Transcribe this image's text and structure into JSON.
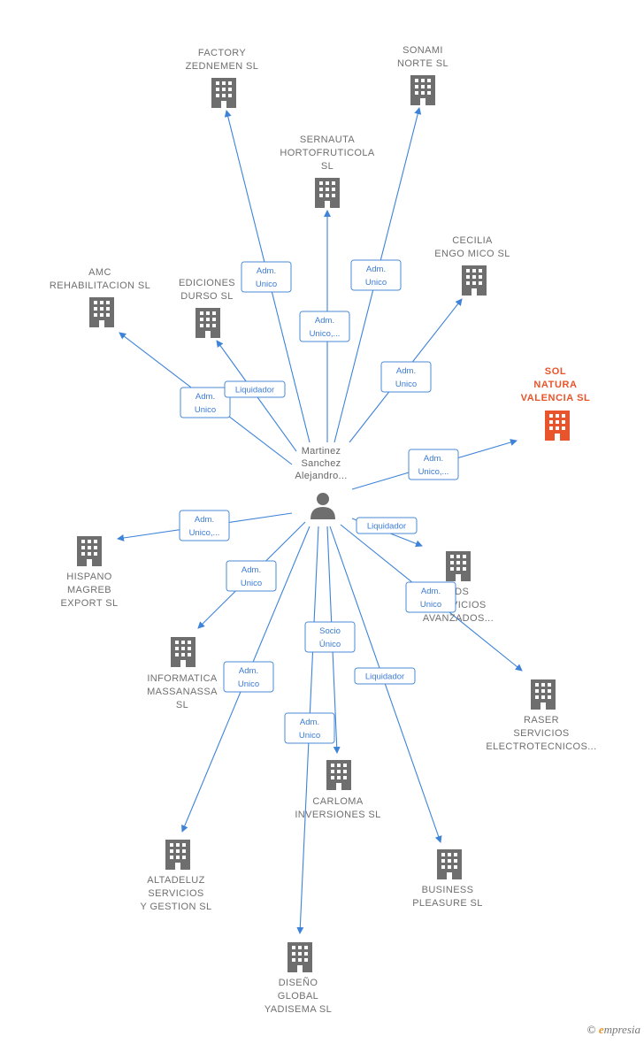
{
  "colors": {
    "edge": "#3d83d8",
    "building": "#6e6e6e",
    "focus_building": "#e8542b",
    "person": "#6e6e6e"
  },
  "center": {
    "name_lines": [
      "Martinez",
      "Sanchez",
      "Alejandro..."
    ],
    "icon": "person-icon"
  },
  "nodes": [
    {
      "id": "factory",
      "lines": [
        "FACTORY",
        "ZEDNEMEN  SL"
      ],
      "icon": "building-icon"
    },
    {
      "id": "sonami",
      "lines": [
        "SONAMI",
        "NORTE  SL"
      ],
      "icon": "building-icon"
    },
    {
      "id": "sernauta",
      "lines": [
        "SERNAUTA",
        "HORTOFRUTICOLA",
        "SL"
      ],
      "icon": "building-icon"
    },
    {
      "id": "cecilia",
      "lines": [
        "CECILIA",
        "ENGO MICO SL"
      ],
      "icon": "building-icon"
    },
    {
      "id": "amc",
      "lines": [
        "AMC",
        "REHABILITACION SL"
      ],
      "icon": "building-icon"
    },
    {
      "id": "ediciones",
      "lines": [
        "EDICIONES",
        "DURSO SL"
      ],
      "icon": "building-icon"
    },
    {
      "id": "solnatura",
      "lines": [
        "SOL",
        "NATURA",
        "VALENCIA  SL"
      ],
      "icon": "building-icon",
      "focus": true
    },
    {
      "id": "hispano",
      "lines": [
        "HISPANO",
        "MAGREB",
        "EXPORT  SL"
      ],
      "icon": "building-icon"
    },
    {
      "id": "rds",
      "lines": [
        "RDS",
        "SERVICIOS",
        "AVANZADOS..."
      ],
      "icon": "building-icon"
    },
    {
      "id": "informatica",
      "lines": [
        "INFORMATICA",
        "MASSANASSA",
        "SL"
      ],
      "icon": "building-icon"
    },
    {
      "id": "raser",
      "lines": [
        "RASER",
        "SERVICIOS",
        "ELECTROTECNICOS..."
      ],
      "icon": "building-icon"
    },
    {
      "id": "carloma",
      "lines": [
        "CARLOMA",
        "INVERSIONES SL"
      ],
      "icon": "building-icon"
    },
    {
      "id": "altadeluz",
      "lines": [
        "ALTADELUZ",
        "SERVICIOS",
        "Y GESTION  SL"
      ],
      "icon": "building-icon"
    },
    {
      "id": "business",
      "lines": [
        "BUSINESS",
        "PLEASURE SL"
      ],
      "icon": "building-icon"
    },
    {
      "id": "diseno",
      "lines": [
        "DISEÑO",
        "GLOBAL",
        "YADISEMA  SL"
      ],
      "icon": "building-icon"
    }
  ],
  "edges": [
    {
      "to": "factory",
      "label": [
        "Adm.",
        "Unico"
      ]
    },
    {
      "to": "sernauta",
      "label": [
        "Adm.",
        "Unico,..."
      ]
    },
    {
      "to": "sonami",
      "label": [
        "Adm.",
        "Unico"
      ]
    },
    {
      "to": "cecilia",
      "label": [
        "Adm.",
        "Unico"
      ]
    },
    {
      "to": "amc",
      "label": [
        "Adm.",
        "Unico"
      ]
    },
    {
      "to": "ediciones",
      "label": [
        "Liquidador"
      ]
    },
    {
      "to": "solnatura",
      "label": [
        "Adm.",
        "Unico,..."
      ]
    },
    {
      "to": "hispano",
      "label": [
        "Adm.",
        "Unico,..."
      ]
    },
    {
      "to": "rds",
      "label": [
        "Liquidador"
      ]
    },
    {
      "to": "informatica",
      "label": [
        "Adm.",
        "Unico"
      ]
    },
    {
      "to": "raser",
      "label": [
        "Adm.",
        "Unico"
      ]
    },
    {
      "to": "carloma",
      "label": [
        "Socio",
        "Único"
      ]
    },
    {
      "to": "altadeluz",
      "label": [
        "Adm.",
        "Unico"
      ]
    },
    {
      "to": "business",
      "label": [
        "Liquidador"
      ]
    },
    {
      "to": "diseno",
      "label": [
        "Adm.",
        "Unico"
      ]
    }
  ],
  "footer": {
    "copyright": "©",
    "brand_initial": "e",
    "brand_rest": "mpresia"
  }
}
